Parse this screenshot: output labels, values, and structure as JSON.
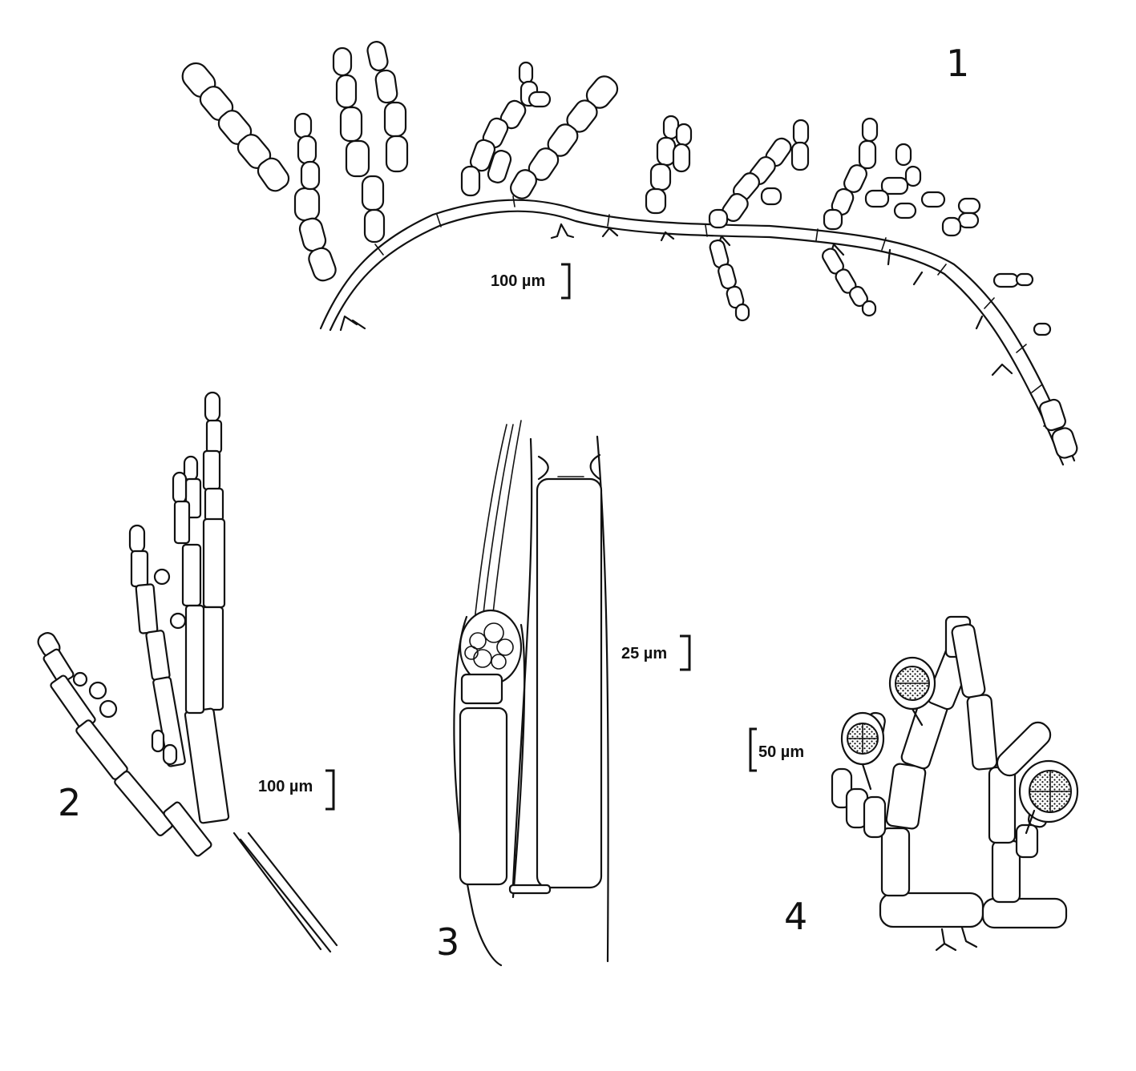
{
  "figures": [
    {
      "number": "1",
      "scale_label": "100 µm"
    },
    {
      "number": "2",
      "scale_label": "100 µm"
    },
    {
      "number": "3",
      "scale_label": "25 µm"
    },
    {
      "number": "4",
      "scale_label": "50 µm"
    }
  ]
}
